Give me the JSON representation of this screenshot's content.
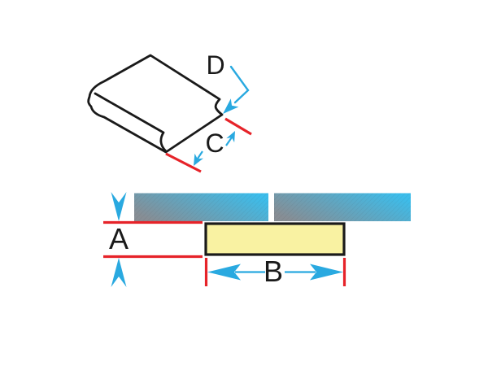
{
  "labels": {
    "a": "A",
    "b": "B",
    "c": "C",
    "d": "D"
  },
  "colors": {
    "blue": "#29A9E0",
    "red": "#E62329",
    "yellow_fill": "#F9F2A2",
    "outline_black": "#1A1A1A",
    "tile_gray": "#878E95",
    "tile_cyan": "#3CBDEB",
    "background": "#FFFFFF"
  }
}
